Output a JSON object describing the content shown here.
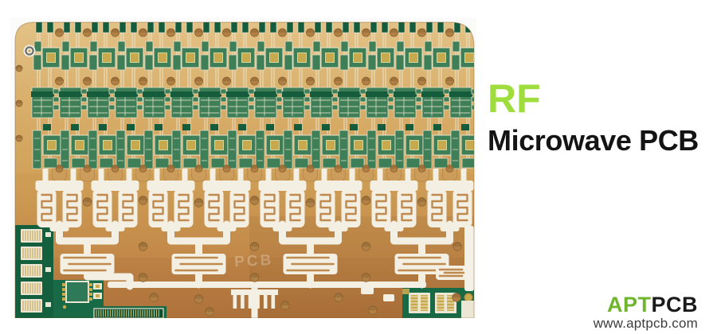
{
  "page": {
    "background_color": "#ffffff"
  },
  "headline": {
    "accent": "RF",
    "title": "Microwave PCB",
    "accent_color": "#9edd3c",
    "title_color": "#141414"
  },
  "logo": {
    "brand_accent": "APT",
    "brand_rest": "PCB",
    "website": "www.aptpcb.com",
    "accent_color": "#6fb52e",
    "rest_color": "#1a1a1a",
    "website_color": "#3d3d3d"
  },
  "photo": {
    "watermark": "PCB",
    "palette": {
      "photo_bg": "#fbfbf9",
      "gold_stops": [
        "#e3c286",
        "#d8ae6a",
        "#cfa057",
        "#c28949",
        "#b1743c"
      ],
      "substrate": "#f3efe3",
      "trace": "#ece5cf",
      "pad_dark": "#155c3c",
      "module": "#3f7f58",
      "chip": "#c9a94e",
      "hole": "#b08044",
      "hole_edge": "#8f6531",
      "copper_slot": "#c08a4e",
      "green": "#176a45",
      "green_dark": "#0f5033",
      "stripe_gold": "#d9c87e",
      "white_part": "#ece6d4",
      "tab": "#cb9c5a"
    }
  }
}
